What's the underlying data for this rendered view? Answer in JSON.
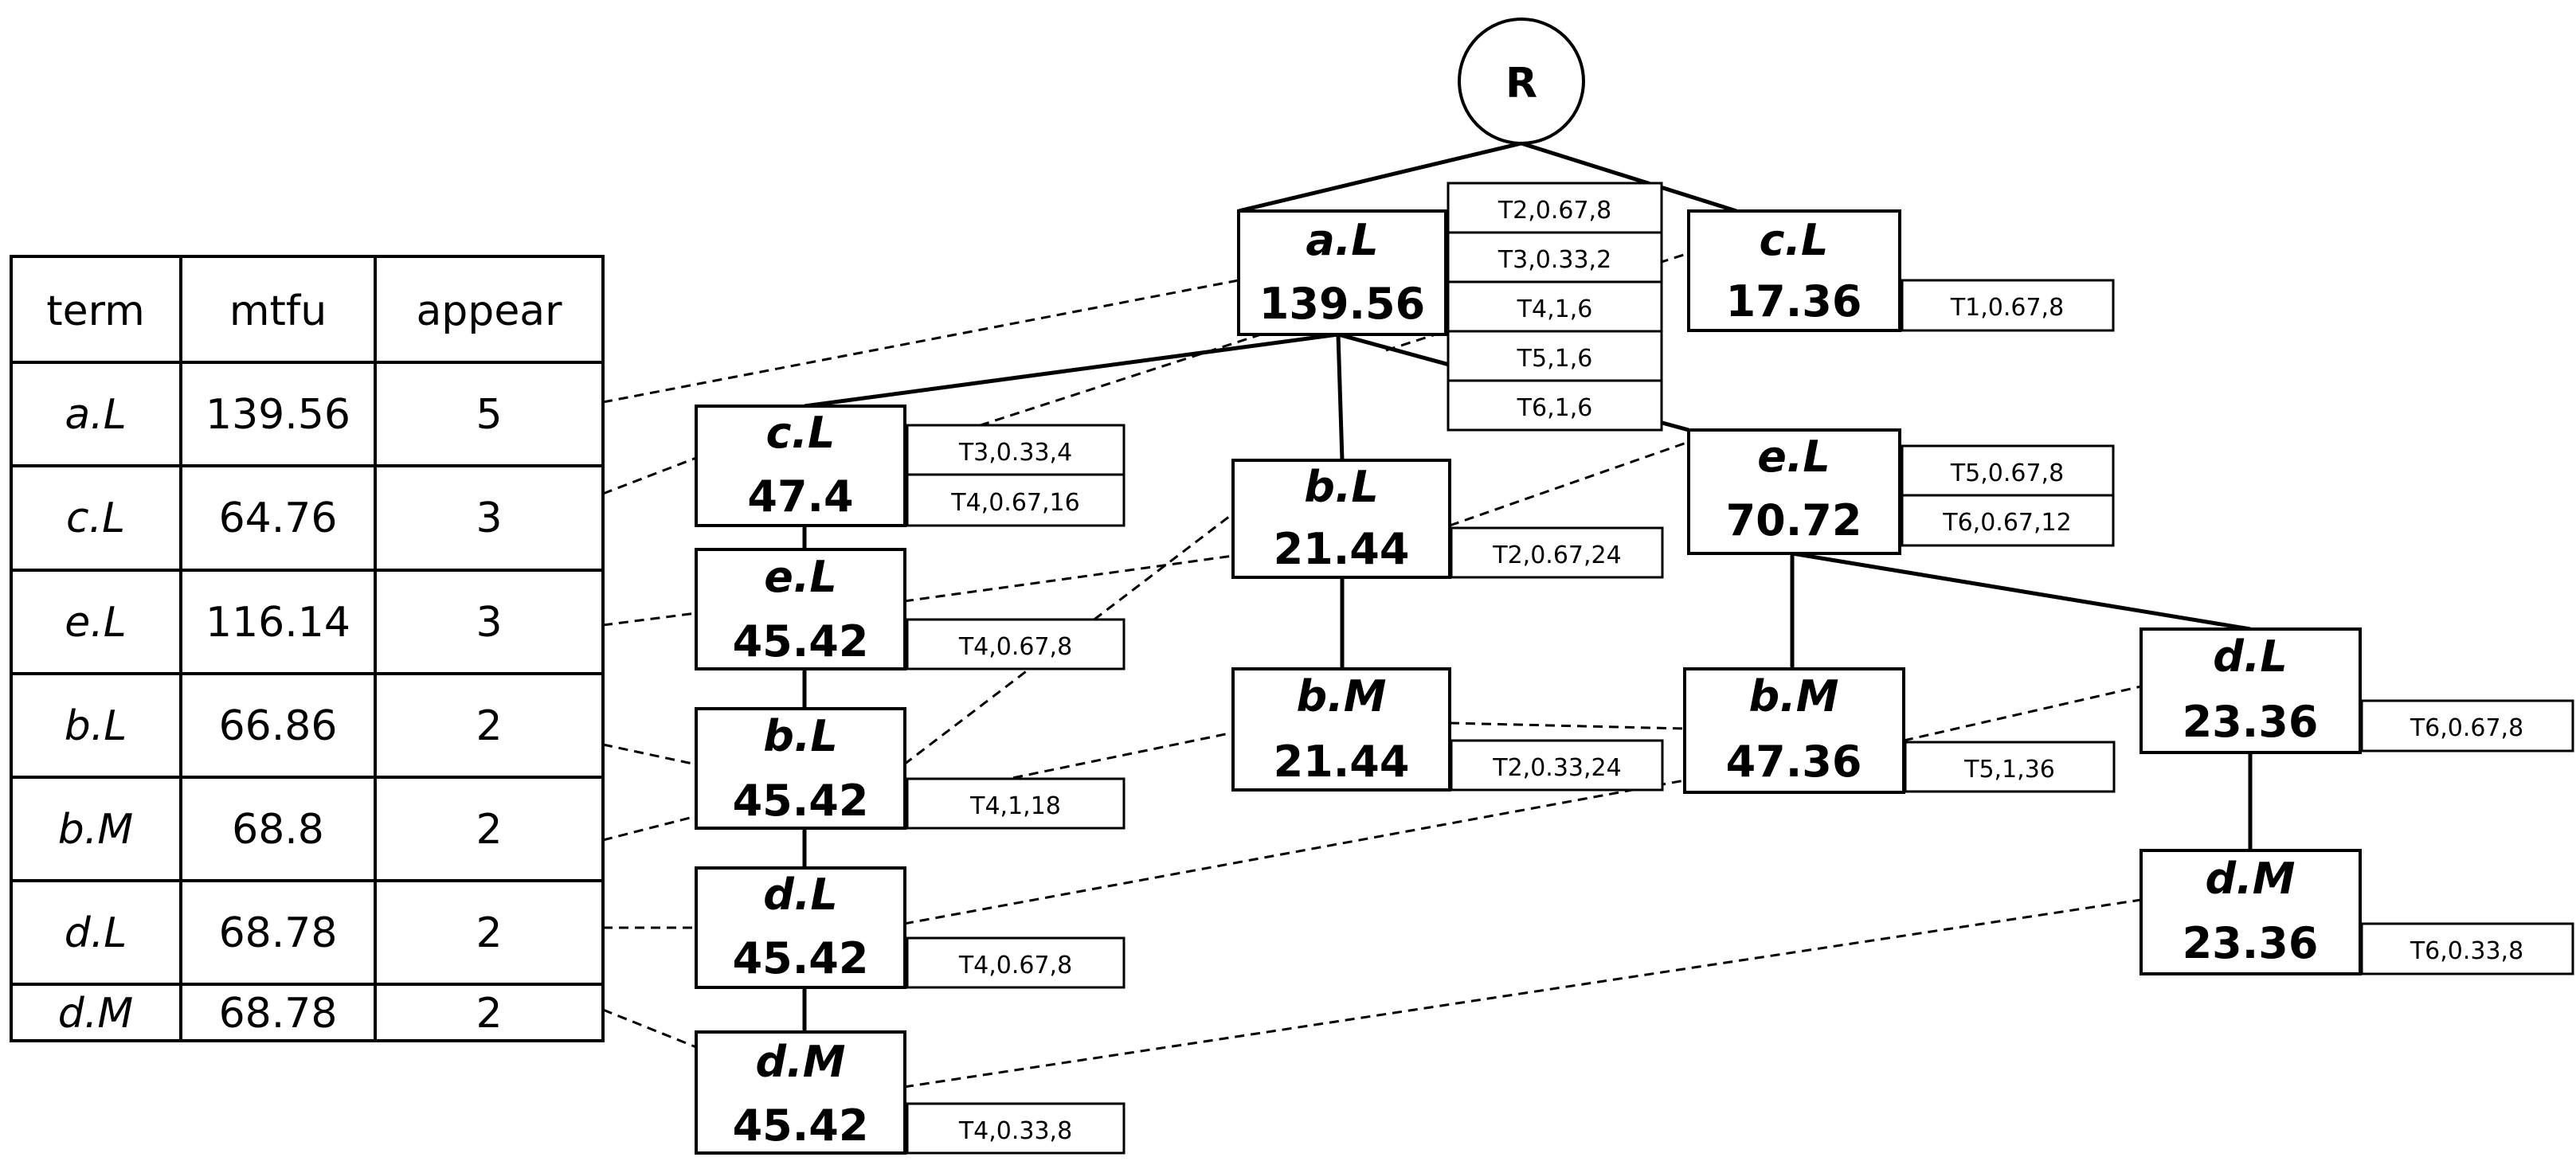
{
  "table": {
    "headers": [
      "term",
      "mtfu",
      "appear"
    ],
    "rows": [
      [
        "a.L",
        "139.56",
        "5"
      ],
      [
        "c.L",
        "64.76",
        "3"
      ],
      [
        "e.L",
        "116.14",
        "3"
      ],
      [
        "b.L",
        "66.86",
        "2"
      ],
      [
        "b.M",
        "68.8",
        "2"
      ],
      [
        "d.L",
        "68.78",
        "2"
      ],
      [
        "d.M",
        "68.78",
        "2"
      ]
    ]
  },
  "tree": {
    "root_label": "R",
    "nodes": {
      "aL": {
        "term": "a.L",
        "value": "139.56",
        "tags": [
          "T2,0.67,8",
          "T3,0.33,2",
          "T4,1,6",
          "T5,1,6",
          "T6,1,6"
        ]
      },
      "cL_top": {
        "term": "c.L",
        "value": "17.36",
        "tags": [
          "T1,0.67,8"
        ]
      },
      "cL": {
        "term": "c.L",
        "value": "47.4",
        "tags": [
          "T3,0.33,4",
          "T4,0.67,16"
        ]
      },
      "eL_left": {
        "term": "e.L",
        "value": "45.42",
        "tags": [
          "T4,0.67,8"
        ]
      },
      "bL_left": {
        "term": "b.L",
        "value": "45.42",
        "tags": [
          "T4,1,18"
        ]
      },
      "dL_left": {
        "term": "d.L",
        "value": "45.42",
        "tags": [
          "T4,0.67,8"
        ]
      },
      "dM_left": {
        "term": "d.M",
        "value": "45.42",
        "tags": [
          "T4,0.33,8"
        ]
      },
      "bL_mid": {
        "term": "b.L",
        "value": "21.44",
        "tags": [
          "T2,0.67,24"
        ]
      },
      "bM_mid": {
        "term": "b.M",
        "value": "21.44",
        "tags": [
          "T2,0.33,24"
        ]
      },
      "eL_right": {
        "term": "e.L",
        "value": "70.72",
        "tags": [
          "T5,0.67,8",
          "T6,0.67,12"
        ]
      },
      "bM_right": {
        "term": "b.M",
        "value": "47.36",
        "tags": [
          "T5,1,36"
        ]
      },
      "dL_right": {
        "term": "d.L",
        "value": "23.36",
        "tags": [
          "T6,0.67,8"
        ]
      },
      "dM_right": {
        "term": "d.M",
        "value": "23.36",
        "tags": [
          "T6,0.33,8"
        ]
      }
    }
  }
}
